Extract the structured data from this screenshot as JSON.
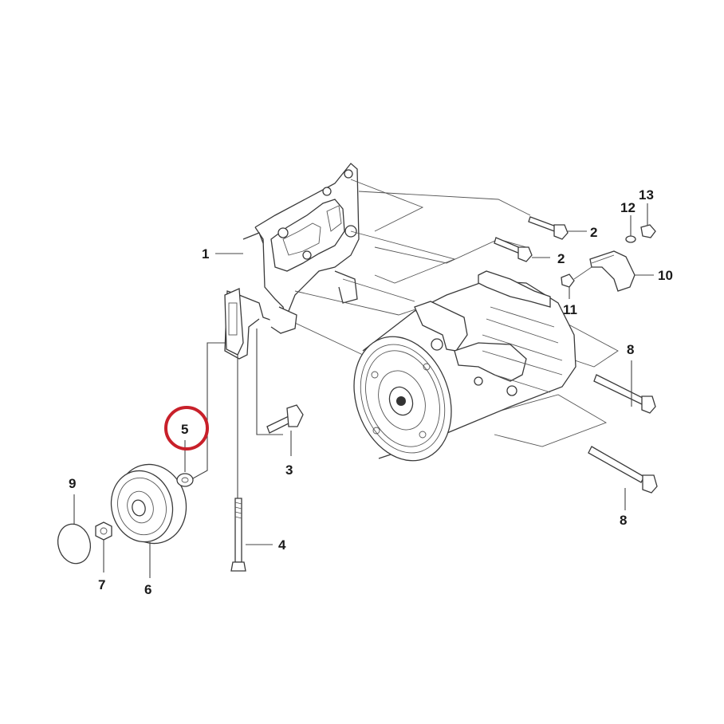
{
  "diagram": {
    "callouts": [
      {
        "id": "1",
        "label": "1"
      },
      {
        "id": "2a",
        "label": "2"
      },
      {
        "id": "2b",
        "label": "2"
      },
      {
        "id": "3",
        "label": "3"
      },
      {
        "id": "4",
        "label": "4"
      },
      {
        "id": "5",
        "label": "5"
      },
      {
        "id": "6",
        "label": "6"
      },
      {
        "id": "7",
        "label": "7"
      },
      {
        "id": "8a",
        "label": "8"
      },
      {
        "id": "8b",
        "label": "8"
      },
      {
        "id": "9",
        "label": "9"
      },
      {
        "id": "10",
        "label": "10"
      },
      {
        "id": "11",
        "label": "11"
      },
      {
        "id": "12",
        "label": "12"
      },
      {
        "id": "13",
        "label": "13"
      }
    ],
    "highlight_color": "#c8202a",
    "line_color": "#3a3a3a"
  }
}
